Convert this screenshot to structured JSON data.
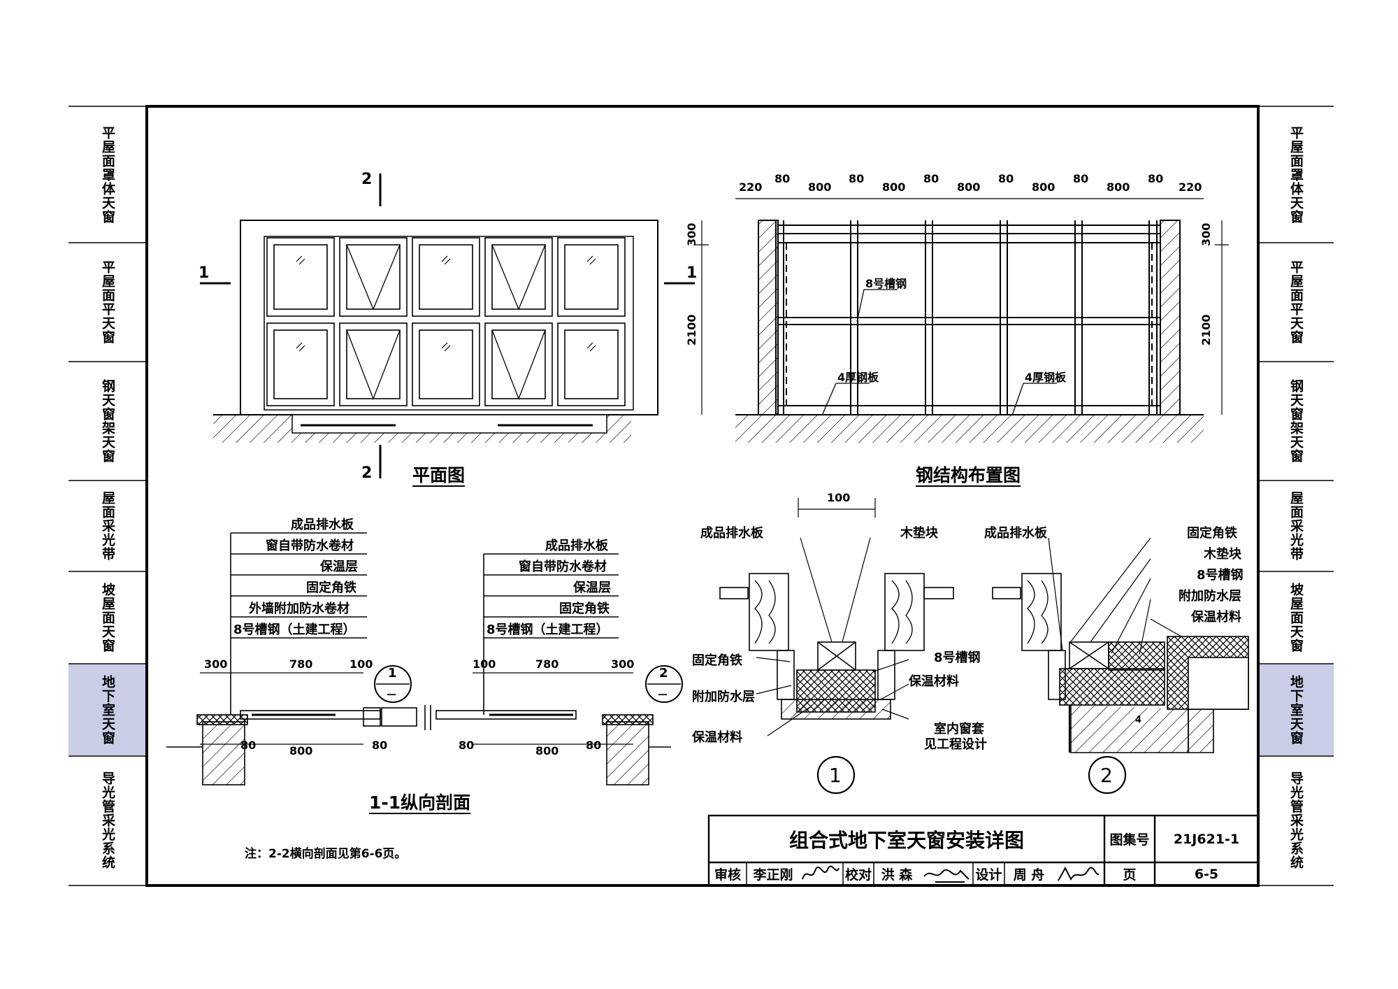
{
  "side_tabs": {
    "left": [
      {
        "label": "平屋面罩体天窗",
        "active": false
      },
      {
        "label": "平屋面平天窗",
        "active": false
      },
      {
        "label": "钢天窗架天窗",
        "active": false
      },
      {
        "label": "屋面采光带",
        "active": false
      },
      {
        "label": "坡屋面天窗",
        "active": false
      },
      {
        "label": "地下室天窗",
        "active": true
      },
      {
        "label": "导光管采光系统",
        "active": false
      }
    ],
    "right": [
      {
        "label": "平屋面罩体天窗",
        "active": false
      },
      {
        "label": "平屋面平天窗",
        "active": false
      },
      {
        "label": "钢天窗架天窗",
        "active": false
      },
      {
        "label": "屋面采光带",
        "active": false
      },
      {
        "label": "坡屋面天窗",
        "active": false
      },
      {
        "label": "地下室天窗",
        "active": true
      },
      {
        "label": "导光管采光系统",
        "active": false
      }
    ],
    "active_color": "#c9cde6"
  },
  "plan": {
    "title": "平面图",
    "mark_2_top": "2",
    "mark_2_bottom": "2",
    "mark_1_left": "1",
    "mark_1_right": "1"
  },
  "steel": {
    "title": "钢结构布置图",
    "top_dims": [
      "220",
      "80",
      "800",
      "80",
      "800",
      "80",
      "800",
      "80",
      "800",
      "80",
      "800",
      "80",
      "220"
    ],
    "right_dims": [
      "300",
      "2100"
    ],
    "left_dims": [
      "300",
      "2100"
    ],
    "label_channel": "8号槽钢",
    "label_plate_1": "4厚钢板",
    "label_plate_2": "4厚钢板"
  },
  "section11": {
    "title": "1-1纵向剖面",
    "left_labels": [
      "成品排水板",
      "窗自带防水卷材",
      "保温层",
      "固定角铁",
      "外墙附加防水卷材",
      "8号槽钢（土建工程）"
    ],
    "right_labels": [
      "成品排水板",
      "窗自带防水卷材",
      "保温层",
      "固定角铁",
      "8号槽钢（土建工程）"
    ],
    "left_top_dims": [
      "300",
      "780",
      "100"
    ],
    "left_bottom_dims": [
      "80",
      "800",
      "80"
    ],
    "right_top_dims": [
      "100",
      "780",
      "300"
    ],
    "right_bottom_dims": [
      "80",
      "800",
      "80"
    ],
    "detail_ref_1": {
      "num": "1",
      "sheet": "－"
    },
    "detail_ref_2": {
      "num": "2",
      "sheet": "－"
    }
  },
  "note": "注：2-2横向剖面见第6-6页。",
  "detail1": {
    "number": "1",
    "dim": "100",
    "labels": {
      "drain_board": "成品排水板",
      "wood_block": "木垫块",
      "angle": "固定角铁",
      "extra_waterproof": "附加防水层",
      "insulation_left": "保温材料",
      "channel": "8号槽钢",
      "insulation_right": "保温材料",
      "interior_trim": "室内窗套",
      "see_design": "见工程设计"
    }
  },
  "detail2": {
    "number": "2",
    "labels": {
      "drain_board": "成品排水板",
      "angle": "固定角铁",
      "wood_block": "木垫块",
      "channel": "8号槽钢",
      "extra_waterproof": "附加防水层",
      "insulation": "保温材料",
      "mark_4": "4"
    }
  },
  "title_block": {
    "title": "组合式地下室天窗安装详图",
    "atlas_label": "图集号",
    "atlas_no": "21J621-1",
    "page_label": "页",
    "page_no": "6-5",
    "review_label": "审核",
    "review_name": "李正刚",
    "check_label": "校对",
    "check_name": "洪 森",
    "design_label": "设计",
    "design_name": "周 舟"
  }
}
